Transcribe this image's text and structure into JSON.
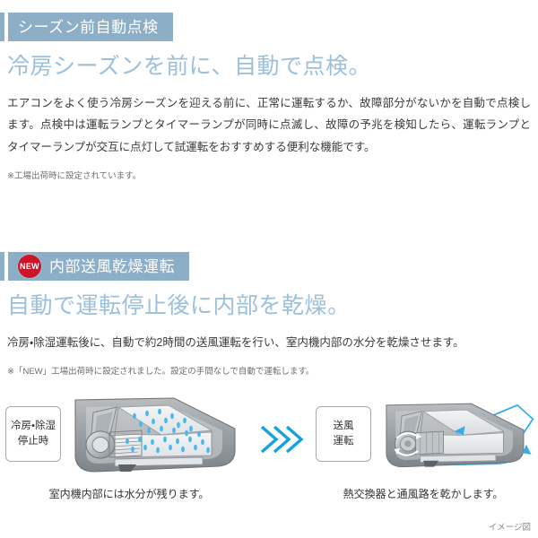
{
  "sections": [
    {
      "id": "season",
      "badge": null,
      "header": "シーズン前自動点検",
      "lede": "冷房シーズンを前に、自動で点検。",
      "body": "エアコンをよく使う冷房シーズンを迎える前に、正常に運転するか、故障部分がないかを自動で点検します。点検中は運転ランプとタイマーランプが同時に点滅し、故障の予兆を検知したら、運転ランプとタイマーランプが交互に点灯して試運転をおすすめする便利な機能です。",
      "note": "※工場出荷時に設定されています。"
    },
    {
      "id": "dry",
      "badge": "NEW",
      "header": "内部送風乾燥運転",
      "lede": "自動で運転停止後に内部を乾燥。",
      "body": "冷房・除湿運転後に、自動で約2時間の送風運転を行い、室内機内部の水分を乾燥させます。",
      "note": "※「NEW」工場出荷時に設定されました。設定の手間なしで自動で運転します。"
    }
  ],
  "figures": {
    "left": {
      "state_line1": "冷房・除湿",
      "state_line2": "停止時",
      "caption": "室内機内部には水分が残ります。",
      "art_name": "indoor-unit-cutaway-with-moisture"
    },
    "right": {
      "state_line1": "送風",
      "state_line2": "運転",
      "caption": "熱交換器と通風路を乾かします。",
      "art_name": "indoor-unit-cutaway-with-airflow"
    },
    "separator_icon": "triple-chevron-right-icon",
    "credit": "イメージ図"
  },
  "colors": {
    "header_bar": "#8caec6",
    "lede_text": "#9cc0dc",
    "new_badge": "#cc1526",
    "accent_blue": "#14a3e0",
    "droplet_blue": "#4cb8ea"
  }
}
